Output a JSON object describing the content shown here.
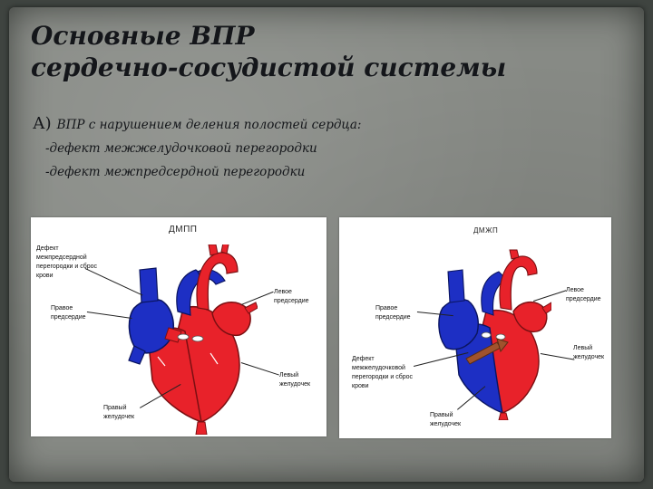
{
  "title": {
    "line1": "Основные ВПР",
    "line2": "сердечно-сосудистой системы"
  },
  "body": {
    "marker": "А)",
    "intro": "ВПР с нарушением деления полостей сердца:",
    "items": [
      "-дефект межжелудочковой перегородки",
      "-дефект межпредсердной перегородки"
    ]
  },
  "diagram_left": {
    "title": "ДМПП",
    "labels": {
      "defect": "Дефект межпредсердной перегородки и сброс крови",
      "right_atrium": "Правое предсердие",
      "left_atrium": "Левое предсердие",
      "left_ventricle": "Левый желудочек",
      "right_ventricle": "Правый желудочек"
    }
  },
  "diagram_right": {
    "title": "ДМЖП",
    "labels": {
      "left_atrium": "Левое предсердие",
      "right_atrium": "Правое предсердие",
      "left_ventricle": "Левый желудочек",
      "defect": "Дефект межжелудочковой перегородки и сброс крови",
      "right_ventricle": "Правый желудочек"
    }
  },
  "colors": {
    "oxygenated": "#e8222a",
    "deoxygenated": "#1d2fc4",
    "shunt_arrow": "#a0522d",
    "background_stone": "#878a85"
  }
}
